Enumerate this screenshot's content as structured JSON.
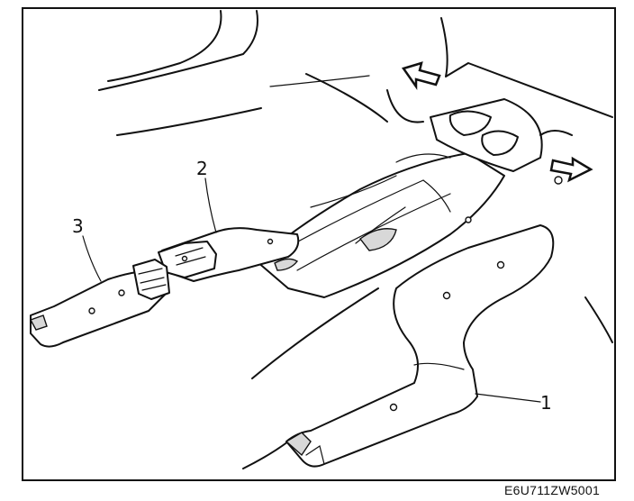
{
  "figure": {
    "code": "E6U711ZW5001",
    "callouts": [
      {
        "id": "1",
        "label": "1"
      },
      {
        "id": "2",
        "label": "2"
      },
      {
        "id": "3",
        "label": "3"
      }
    ],
    "colors": {
      "line": "#111111",
      "background": "#ffffff"
    }
  }
}
